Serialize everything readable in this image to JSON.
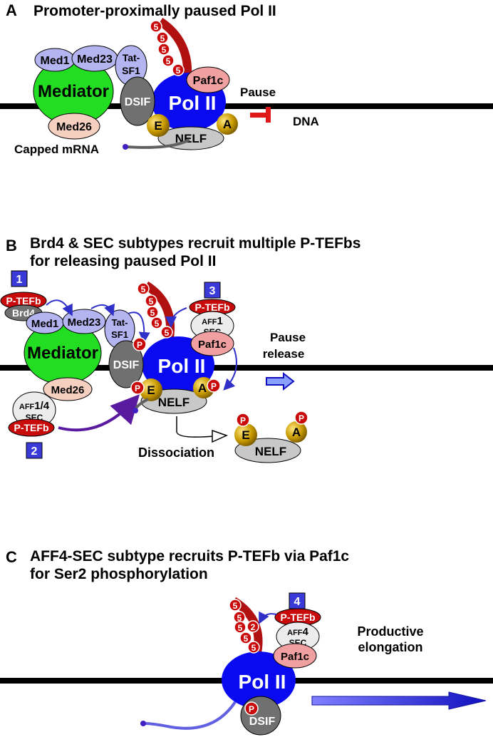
{
  "panel_a": {
    "letter": "A",
    "title": "Promoter-proximally paused Pol II",
    "mediator": "Mediator",
    "med1": "Med1",
    "med23": "Med23",
    "tat_sf1_line1": "Tat-",
    "tat_sf1_line2": "SF1",
    "med26": "Med26",
    "dsif": "DSIF",
    "pol2": "Pol II",
    "paf1c": "Paf1c",
    "e": "E",
    "a": "A",
    "nelf": "NELF",
    "pause": "Pause",
    "dna": "DNA",
    "capped_mrna": "Capped mRNA",
    "ser5": "5"
  },
  "panel_b": {
    "letter": "B",
    "title_line1": "Brd4 & SEC subtypes recruit multiple P-TEFbs",
    "title_line2": "for releasing paused Pol II",
    "box1": "1",
    "box2": "2",
    "box3": "3",
    "ptefb": "P-TEFb",
    "brd4": "Brd4",
    "med1": "Med1",
    "med23": "Med23",
    "tat_sf1_line1": "Tat-",
    "tat_sf1_line2": "SF1",
    "mediator": "Mediator",
    "med26": "Med26",
    "aff14_prefix": "AFF",
    "aff14_suffix": "1/4",
    "sec": "SEC",
    "aff1_prefix": "AFF",
    "aff1_suffix": "1",
    "paf1c": "Paf1c",
    "dsif": "DSIF",
    "pol2": "Pol II",
    "p": "P",
    "e": "E",
    "a": "A",
    "nelf": "NELF",
    "pause_release_line1": "Pause",
    "pause_release_line2": "release",
    "dissociation": "Dissociation",
    "ser5": "5"
  },
  "panel_c": {
    "letter": "C",
    "title_line1": "AFF4-SEC subtype recruits P-TEFb via Paf1c",
    "title_line2": "for Ser2  phosphorylation",
    "box4": "4",
    "ptefb": "P-TEFb",
    "aff4_prefix": "AFF",
    "aff4_suffix": "4",
    "sec": "SEC",
    "paf1c": "Paf1c",
    "pol2": "Pol II",
    "p": "P",
    "dsif": "DSIF",
    "productive_line1": "Productive",
    "productive_line2": "elongation",
    "ser5": "5",
    "ser2": "2"
  },
  "colors": {
    "mediator": "#22dd22",
    "med_subunit": "#b4b4f0",
    "pol2": "#0a0af0",
    "paf1c": "#f0a0a0",
    "dsif": "#707070",
    "ptefb": "#c80a0a",
    "nelf": "#c8c8c8",
    "ea": "#c8a000",
    "med26": "#f5cfc0",
    "box": "#3a3ad8",
    "dna": "#000000",
    "pause_symbol": "#e01818"
  }
}
